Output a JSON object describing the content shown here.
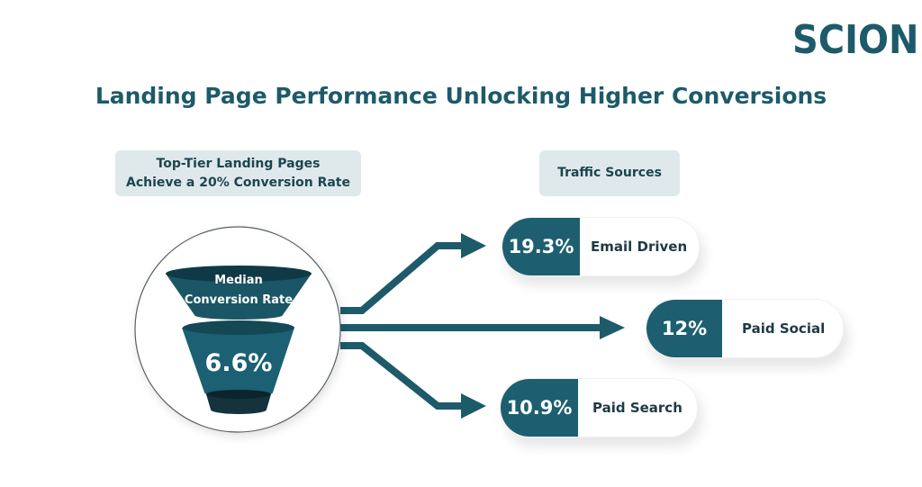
{
  "brand": {
    "logo_text": "SCION"
  },
  "title": "Landing Page Performance Unlocking Higher Conversions",
  "top_tier": {
    "line1": "Top-Tier Landing Pages",
    "line2": "Achieve a 20% Conversion Rate"
  },
  "traffic_sources_label": "Traffic Sources",
  "funnel": {
    "label_line1": "Median",
    "label_line2": "Conversion Rate",
    "value": "6.6%"
  },
  "sources": [
    {
      "value": "19.3%",
      "label": "Email Driven"
    },
    {
      "value": "12%",
      "label": "Paid Social"
    },
    {
      "value": "10.9%",
      "label": "Paid Search"
    }
  ],
  "colors": {
    "primary": "#1d5a6a",
    "funnel_top": "#1a5666",
    "funnel_mid": "#1b6073",
    "funnel_bottom": "#14333d",
    "label_bg": "#dfe9ec"
  }
}
